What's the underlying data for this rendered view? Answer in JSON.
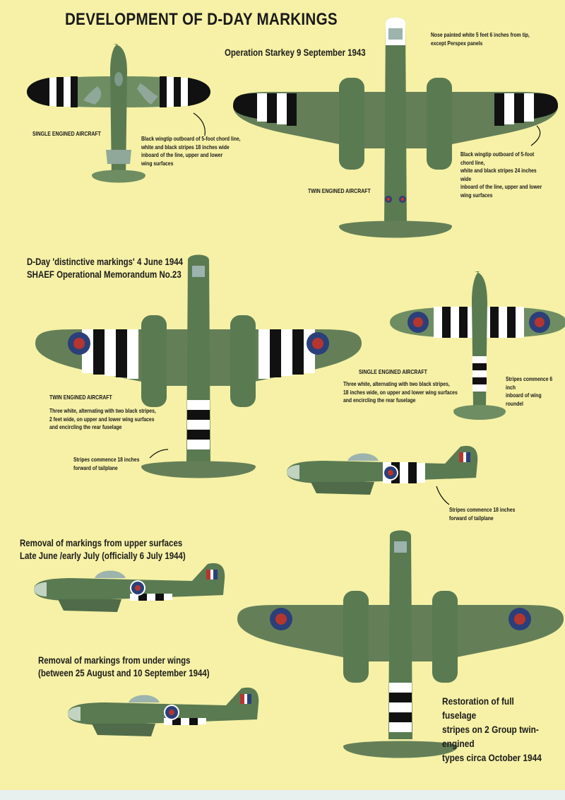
{
  "title": "DEVELOPMENT OF D-DAY MARKINGS",
  "sections": {
    "starkey": {
      "heading": "Operation Starkey  9 September 1943",
      "single_label": "SINGLE ENGINED AIRCRAFT",
      "single_note": "Black wingtip outboard of 5-foot chord line,\nwhite and black stripes 18 inches wide\ninboard of the line, upper and lower\nwing surfaces",
      "twin_label": "TWIN ENGINED AIRCRAFT",
      "nose_note": "Nose painted white 5 feet 6 inches from tip,\nexcept Perspex panels",
      "twin_note": "Black wingtip outboard of 5-foot chord line,\nwhite and black stripes 24 inches wide\ninboard of the line, upper and lower\nwing surfaces"
    },
    "dday": {
      "heading": "D-Day 'distinctive markings' 4 June 1944\nSHAEF Operational Memorandum No.23",
      "twin_label": "TWIN ENGINED AIRCRAFT",
      "twin_note": "Three white, alternating with two black stripes,\n2 feet wide, on upper and lower wing surfaces\nand encircling the rear fuselage",
      "twin_stripes_note": "Stripes commence 18 inches\nforward of tailplane",
      "single_label": "SINGLE ENGINED AIRCRAFT",
      "single_note": "Three white, alternating with two black stripes,\n18 inches wide, on upper and lower wing surfaces\nand encircling the rear fuselage",
      "single_stripes_note": "Stripes commence 6 inch\ninboard of wing roundel",
      "typhoon_note": "Stripes commence 18 inches\nforward of tailplane"
    },
    "removal_upper": {
      "heading": "Removal of markings from upper surfaces\nLate June /early July  (officially 6 July 1944)"
    },
    "removal_under": {
      "heading": "Removal of markings from under wings\n(between 25 August and  10 September 1944)"
    },
    "restoration": {
      "heading": "Restoration of full fuselage\nstripes on 2 Group twin-engined\ntypes circa October 1944"
    }
  },
  "colors": {
    "background": "#f6f1a6",
    "camo_green": "#5f7f55",
    "camo_grey": "#8fa89a",
    "stripe_white": "#ffffff",
    "stripe_black": "#111111",
    "roundel_blue": "#2b3f7a",
    "roundel_red": "#b5362e"
  }
}
